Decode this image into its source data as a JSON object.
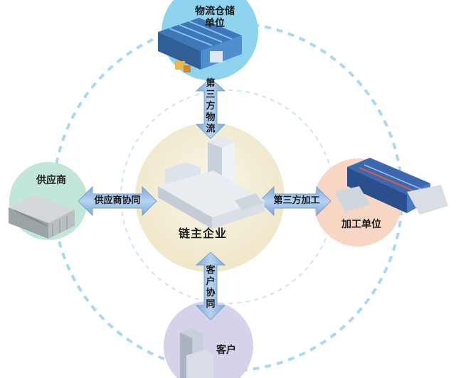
{
  "nodes": {
    "warehouse": {
      "label_line1": "物流仓储",
      "label_line2": "单位"
    },
    "supplier": {
      "label": "供应商"
    },
    "processing": {
      "label": "加工单位"
    },
    "customer": {
      "label": "客户"
    },
    "core": {
      "label": "链主企业"
    }
  },
  "links": {
    "top": {
      "chars": [
        "第",
        "三",
        "方",
        "物",
        "流"
      ]
    },
    "left": {
      "label": "供应商协同"
    },
    "right": {
      "label": "第三方加工"
    },
    "bottom": {
      "chars": [
        "客",
        "户",
        "协",
        "同"
      ]
    }
  },
  "colors": {
    "warehouse_circle": "#8fd3ee",
    "supplier_circle": "#c2e6d7",
    "processing_circle": "#f7d6c3",
    "customer_circle": "#d6d2ec",
    "core_circle": "#f3eed8",
    "arrow": "#8fb7e3",
    "dashed_ring": "#a9d8f0"
  }
}
